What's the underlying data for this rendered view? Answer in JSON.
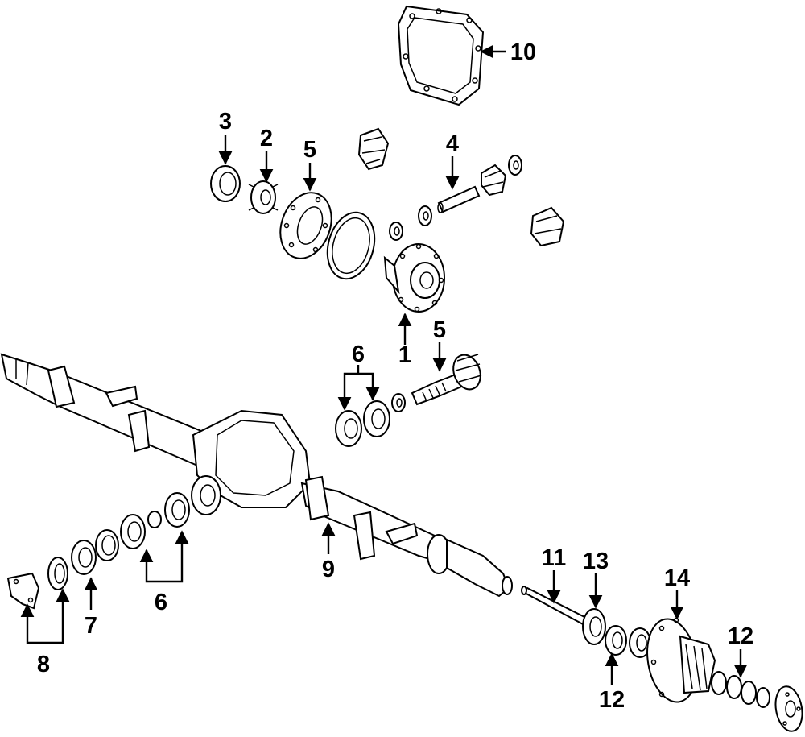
{
  "diagram": {
    "callouts": {
      "c1": "1",
      "c2": "2",
      "c3": "3",
      "c4": "4",
      "c5a": "5",
      "c5b": "5",
      "c6a": "6",
      "c6b": "6",
      "c7": "7",
      "c8": "8",
      "c9": "9",
      "c10": "10",
      "c11": "11",
      "c12a": "12",
      "c12b": "12",
      "c13": "13",
      "c14": "14"
    },
    "colors": {
      "line": "#000000",
      "background": "#ffffff"
    }
  }
}
